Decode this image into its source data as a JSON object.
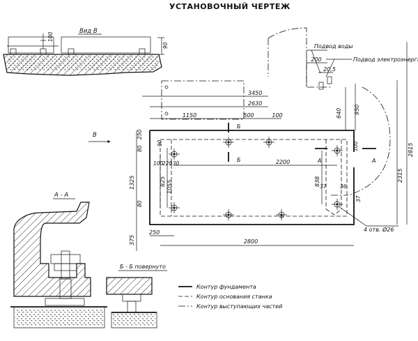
{
  "title": "УСТАНОВОЧНЫЙ ЧЕРТЕЖ",
  "view_b_label": "Вид В",
  "view_b_dims": [
    "100",
    "90"
  ],
  "section_aa_label": "А - А",
  "section_bb_label": "Б - Б повернуто",
  "arrow_b_label": "В",
  "section_marks": {
    "a_left": "А",
    "a_right": "А",
    "b_top": "Б",
    "b_bottom": "Б"
  },
  "callouts": {
    "water_supply": "Подвод воды",
    "power_supply": "Подвод электроэнергии",
    "holes": "4 отв. Ø26"
  },
  "dimensions": {
    "top": [
      "200",
      "20,5"
    ],
    "horizontal": [
      "3450",
      "2630",
      "1150",
      "500",
      "100",
      "2200",
      "250",
      "2800"
    ],
    "left_small": [
      "100",
      "220",
      "130",
      "90",
      "80",
      "250",
      "80"
    ],
    "vertical_left": [
      "1325",
      "375",
      "825",
      "1055"
    ],
    "right": [
      "640",
      "950",
      "838",
      "37",
      "36",
      "37",
      "100",
      "2315",
      "2815"
    ]
  },
  "legend": [
    {
      "label": "Контур фундамента",
      "style": "solid"
    },
    {
      "label": "Контур основания станка",
      "style": "dashed"
    },
    {
      "label": "Контур выступающих частей",
      "style": "dash-dot"
    }
  ]
}
